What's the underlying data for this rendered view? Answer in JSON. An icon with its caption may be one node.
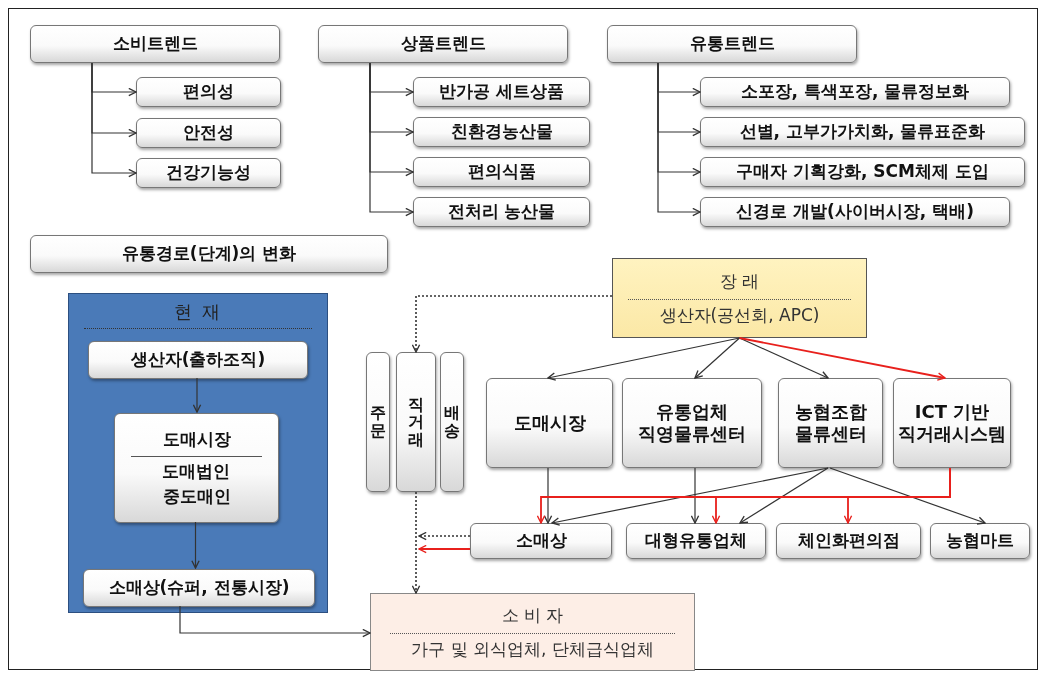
{
  "diagram": {
    "nodes": [
      {
        "text": [
          "소비트렌드"
        ]
      },
      {
        "text": [
          "편의성"
        ]
      },
      {
        "text": [
          "안전성"
        ]
      },
      {
        "text": [
          "건강기능성"
        ]
      },
      {
        "text": [
          "상품트렌드"
        ]
      },
      {
        "text": [
          "반가공 세트상품"
        ]
      },
      {
        "text": [
          "친환경농산물"
        ]
      },
      {
        "text": [
          "편의식품"
        ]
      },
      {
        "text": [
          "전처리 농산물"
        ]
      },
      {
        "text": [
          "유통트렌드"
        ]
      },
      {
        "text": [
          "소포장, 특색포장, 물류정보화"
        ]
      },
      {
        "text": [
          "선별, 고부가가치화, 물류표준화"
        ]
      },
      {
        "text": [
          "구매자 기획강화, SCM체제 도입"
        ]
      },
      {
        "text": [
          "신경로 개발(사이버시장, 택배)"
        ]
      },
      {
        "text": [
          "유통경로(단계)의 변화"
        ]
      },
      {
        "text": [
          "현 재"
        ]
      },
      {
        "text": [
          "생산자(출하조직)"
        ],
        "in": 15
      },
      {
        "text": [
          "도매시장",
          "도매법인",
          "중도매인"
        ],
        "in": 15
      },
      {
        "text": [
          "소매상(슈퍼, 전통시장)"
        ],
        "in": 15
      },
      {
        "text": [
          "장 래",
          "생산자(공선회, APC)"
        ]
      },
      {
        "text": [
          "주문"
        ]
      },
      {
        "text": [
          "직거래"
        ]
      },
      {
        "text": [
          "배송"
        ]
      },
      {
        "text": [
          "도매시장"
        ]
      },
      {
        "text": [
          "유통업체 직영물류센터"
        ]
      },
      {
        "text": [
          "농협조합 물류센터"
        ]
      },
      {
        "text": [
          "ICT 기반 직거래시스템"
        ]
      },
      {
        "text": [
          "소매상"
        ]
      },
      {
        "text": [
          "대형유통업체"
        ]
      },
      {
        "text": [
          "체인화편의점"
        ]
      },
      {
        "text": [
          "농협마트"
        ]
      },
      {
        "text": [
          "소 비 자",
          "가구 및 외식업체, 단체급식업체"
        ]
      }
    ],
    "edges": [
      {
        "from": 0,
        "to": 1,
        "arrow": "to"
      },
      {
        "from": 0,
        "to": 2,
        "arrow": "to"
      },
      {
        "from": 0,
        "to": 3,
        "arrow": "to"
      },
      {
        "from": 4,
        "to": 5,
        "arrow": "to"
      },
      {
        "from": 4,
        "to": 6,
        "arrow": "to"
      },
      {
        "from": 4,
        "to": 7,
        "arrow": "to"
      },
      {
        "from": 4,
        "to": 8,
        "arrow": "to"
      },
      {
        "from": 9,
        "to": 10,
        "arrow": "to"
      },
      {
        "from": 9,
        "to": 11,
        "arrow": "to"
      },
      {
        "from": 9,
        "to": 12,
        "arrow": "to"
      },
      {
        "from": 9,
        "to": 13,
        "arrow": "to"
      },
      {
        "from": 16,
        "to": 17,
        "arrow": "to"
      },
      {
        "from": 17,
        "to": 18,
        "arrow": "to"
      },
      {
        "from": 18,
        "to": 31,
        "arrow": "to"
      },
      {
        "from": 19,
        "to": 21,
        "arrow": "to",
        "style": "dashed"
      },
      {
        "from": 19,
        "to": 23,
        "arrow": "to"
      },
      {
        "from": 19,
        "to": 24,
        "arrow": "to"
      },
      {
        "from": 19,
        "to": 25,
        "arrow": "to"
      },
      {
        "from": 19,
        "to": 26,
        "arrow": "to",
        "color": "#e8201c"
      },
      {
        "from": 23,
        "to": 27,
        "arrow": "to"
      },
      {
        "from": 24,
        "to": 28,
        "arrow": "to"
      },
      {
        "from": 25,
        "to": 27,
        "arrow": "to"
      },
      {
        "from": 25,
        "to": 28,
        "arrow": "to"
      },
      {
        "from": 25,
        "to": 30,
        "arrow": "to"
      },
      {
        "from": 26,
        "to": 27,
        "arrow": "to",
        "color": "#e8201c"
      },
      {
        "from": 26,
        "to": 28,
        "arrow": "to",
        "color": "#e8201c"
      },
      {
        "from": 26,
        "to": 29,
        "arrow": "to",
        "color": "#e8201c"
      },
      {
        "from": 21,
        "to": 31,
        "arrow": "to",
        "style": "dashed"
      },
      {
        "from": 27,
        "to": null,
        "arrow": "to",
        "style": "dashed"
      },
      {
        "from": 27,
        "to": null,
        "arrow": "to",
        "color": "#e8201c"
      }
    ]
  }
}
